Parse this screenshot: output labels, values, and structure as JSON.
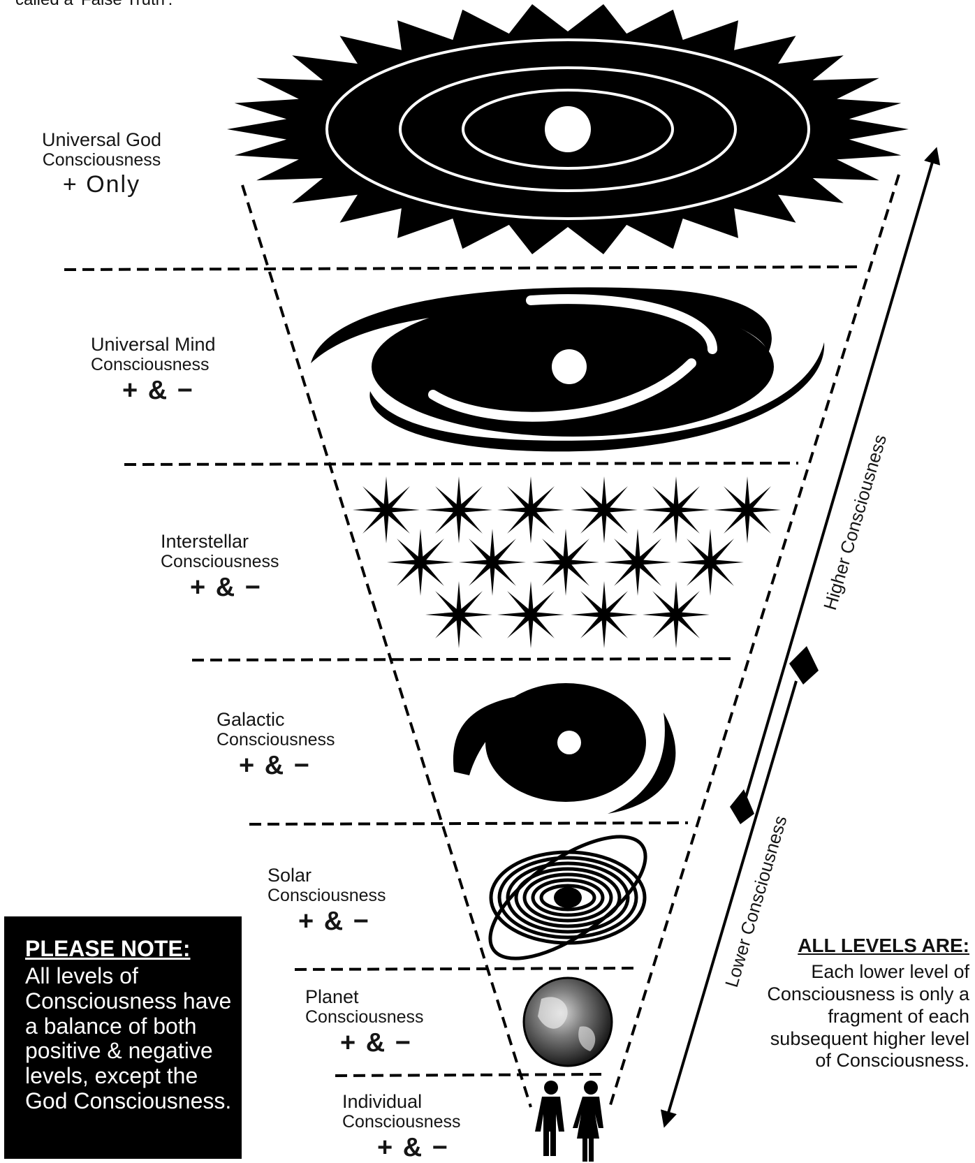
{
  "caption": "called a 'False Truth'.",
  "levels": [
    {
      "title": "Universal God",
      "subtitle": "Consciousness",
      "polarity": "+ Only"
    },
    {
      "title": "Universal Mind",
      "subtitle": "Consciousness",
      "polarity": "+ & −"
    },
    {
      "title": "Interstellar",
      "subtitle": "Consciousness",
      "polarity": "+ & −"
    },
    {
      "title": "Galactic",
      "subtitle": "Consciousness",
      "polarity": "+ & −"
    },
    {
      "title": "Solar",
      "subtitle": "Consciousness",
      "polarity": "+ & −"
    },
    {
      "title": "Planet",
      "subtitle": "Consciousness",
      "polarity": "+ & −"
    },
    {
      "title": "Individual",
      "subtitle": "Consciousness",
      "polarity": "+ & −"
    }
  ],
  "arrows": {
    "higher": "Higher Consciousness",
    "lower": "Lower Consciousness"
  },
  "note": {
    "heading": "PLEASE NOTE:",
    "body": "All levels of Consciousness have a balance of both positive & negative levels, except the God Consciousness."
  },
  "all_levels": {
    "heading": "ALL LEVELS ARE:",
    "body": "Each lower level of Consciousness is only a fragment of each subsequent higher level of Consciousness."
  },
  "icons": [
    "sun-icon",
    "spiral-galaxy-icon",
    "star-field-icon",
    "galaxy-icon",
    "solar-system-icon",
    "earth-icon",
    "human-figures-icon"
  ]
}
